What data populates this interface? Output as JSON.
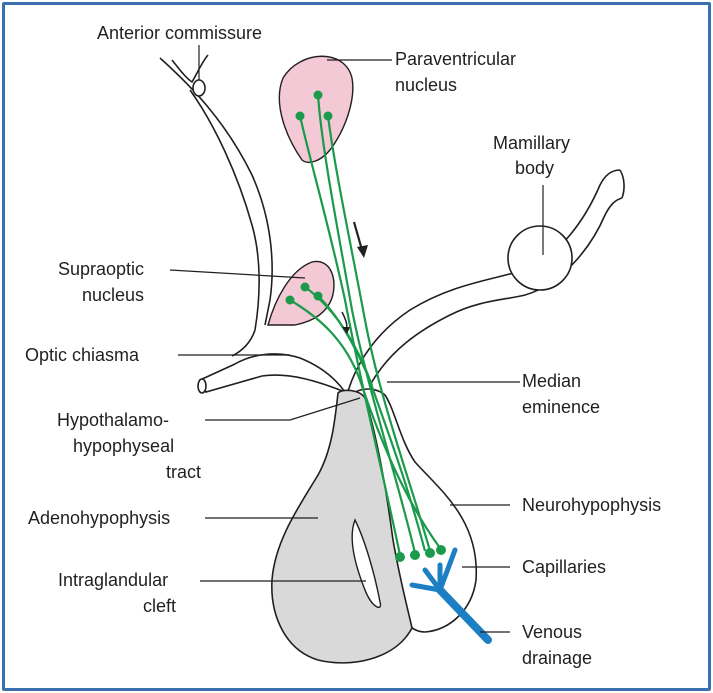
{
  "colors": {
    "frame": "#3a6fb0",
    "nucleus_fill": "#f2c9d4",
    "fibre": "#1a9a4a",
    "gland_fill": "#d9d9d9",
    "vessel": "#1c7fc4"
  },
  "labels": {
    "anterior_commissure": "Anterior commissure",
    "paraventricular": [
      "Paraventricular",
      "nucleus"
    ],
    "mamillary": [
      "Mamillary",
      "body"
    ],
    "supraoptic": [
      "Supraoptic",
      "nucleus"
    ],
    "optic_chiasma": "Optic chiasma",
    "median_eminence": [
      "Median",
      "eminence"
    ],
    "tract": [
      "Hypothalamo-",
      "hypophyseal",
      "tract"
    ],
    "adenohypophysis": "Adenohypophysis",
    "neurohypophysis": "Neurohypophysis",
    "capillaries": "Capillaries",
    "cleft": [
      "Intraglandular",
      "cleft"
    ],
    "venous": [
      "Venous",
      "drainage"
    ]
  }
}
